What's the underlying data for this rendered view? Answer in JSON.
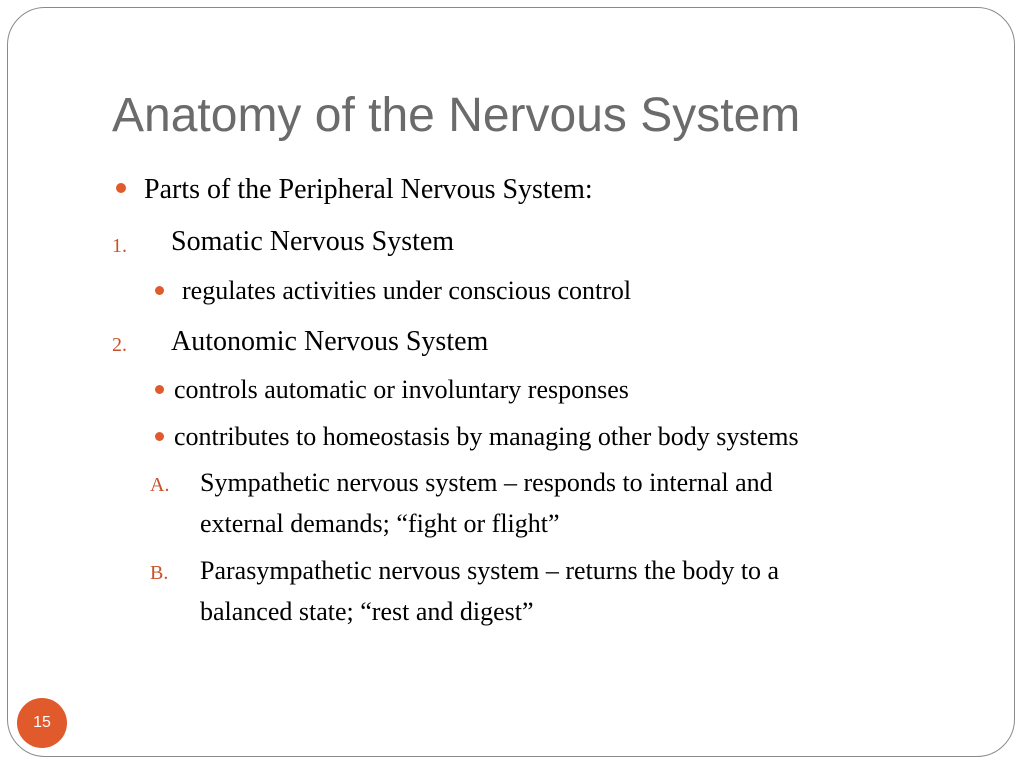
{
  "slide": {
    "title": "Anatomy of the Nervous System",
    "page_number": "15",
    "accent_color": "#e05a2b",
    "title_color": "#6b6b6b",
    "content": {
      "intro": "Parts of the Peripheral Nervous System:",
      "items": [
        {
          "marker": "1.",
          "text": "Somatic Nervous System",
          "bullets": [
            "regulates activities under conscious control"
          ]
        },
        {
          "marker": "2.",
          "text": "Autonomic Nervous System",
          "bullets": [
            "controls automatic or involuntary responses",
            "contributes to homeostasis by managing other body systems"
          ],
          "subitems": [
            {
              "marker": "A.",
              "lines": [
                "Sympathetic nervous system – responds to internal and",
                "external demands; “fight or flight”"
              ]
            },
            {
              "marker": "B.",
              "lines": [
                "Parasympathetic nervous system – returns the body to a",
                "balanced state; “rest and digest”"
              ]
            }
          ]
        }
      ]
    }
  }
}
